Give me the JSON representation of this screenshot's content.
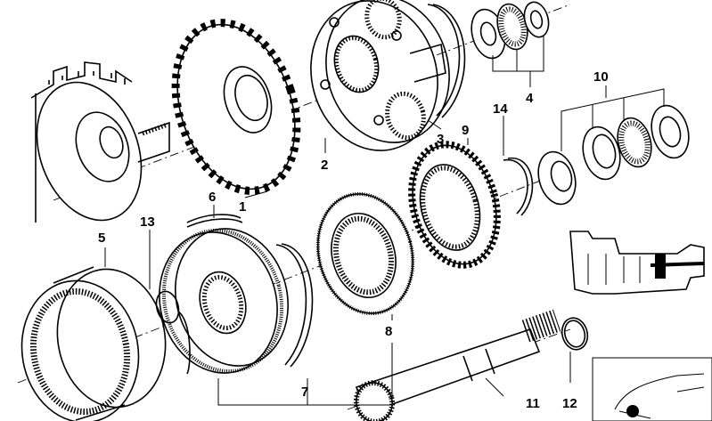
{
  "callouts": [
    {
      "id": "c1",
      "label": "1"
    },
    {
      "id": "c2",
      "label": "2"
    },
    {
      "id": "c3",
      "label": "3"
    },
    {
      "id": "c4",
      "label": "4"
    },
    {
      "id": "c5",
      "label": "5"
    },
    {
      "id": "c6",
      "label": "6"
    },
    {
      "id": "c7",
      "label": "7"
    },
    {
      "id": "c8",
      "label": "8"
    },
    {
      "id": "c9",
      "label": "9"
    },
    {
      "id": "c10",
      "label": "10"
    },
    {
      "id": "c11",
      "label": "11"
    },
    {
      "id": "c12",
      "label": "12"
    },
    {
      "id": "c13",
      "label": "13"
    },
    {
      "id": "c14",
      "label": "14"
    }
  ],
  "colors": {
    "line": "#000000",
    "background": "#ffffff"
  }
}
